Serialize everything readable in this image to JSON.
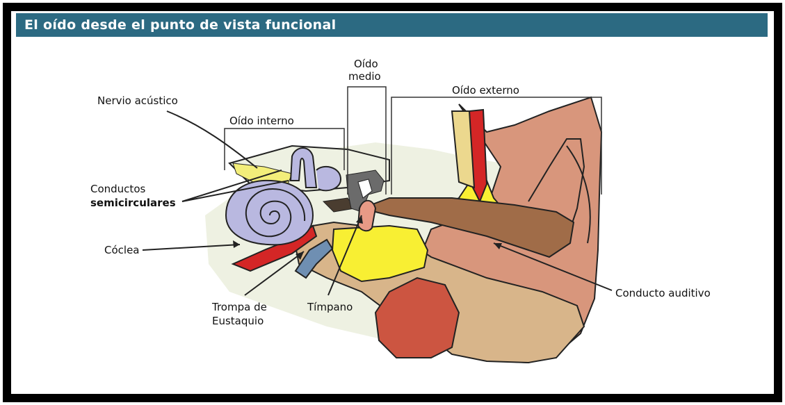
{
  "header": {
    "title": "El oído desde el punto de vista funcional"
  },
  "sections": {
    "inner": "Oído interno",
    "middle_line1": "Oído",
    "middle_line2": "medio",
    "outer": "Oído externo"
  },
  "labels": {
    "nerve": "Nervio acústico",
    "canals_line1": "Conductos",
    "canals_line2": "semicirculares",
    "cochlea": "Cóclea",
    "eustachian_line1": "Trompa de",
    "eustachian_line2": "Eustaquio",
    "eardrum": "Tímpano",
    "auditory_canal": "Conducto auditivo"
  },
  "colors": {
    "title_bar": "#2c6a82",
    "skin": "#d8967c",
    "bone": "#ecd88e",
    "cochlea": "#b9b8e0",
    "fat": "#f8ef33",
    "vessel": "#d42626",
    "canal": "#8a5a3a",
    "muscle": "#cc5541"
  }
}
